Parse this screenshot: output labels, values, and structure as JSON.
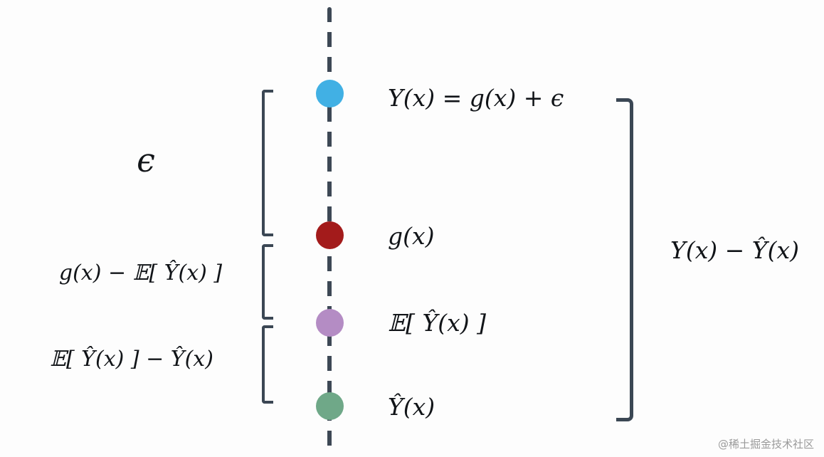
{
  "diagram": {
    "axis": {
      "style": "vertical-dashed",
      "color": "#3d4855"
    },
    "bracket_color": "#3b4754",
    "points": [
      {
        "name": "observed-value",
        "color": "#41b0e4",
        "label": "Y(x) = g(x) + ϵ"
      },
      {
        "name": "true-function",
        "color": "#a31b1b",
        "label": "g(x)"
      },
      {
        "name": "expected-estimate",
        "color": "#b48cc4",
        "label": "𝔼[ Ŷ(x) ]"
      },
      {
        "name": "estimate",
        "color": "#6fa888",
        "label": "Ŷ(x)"
      }
    ],
    "left_brackets": [
      {
        "label": "ϵ"
      },
      {
        "label": "g(x) − 𝔼[ Ŷ(x) ]"
      },
      {
        "label": "𝔼[ Ŷ(x) ] − Ŷ(x)"
      }
    ],
    "right_bracket": {
      "label": "Y(x) − Ŷ(x)"
    },
    "watermark": "@稀土掘金技术社区"
  }
}
